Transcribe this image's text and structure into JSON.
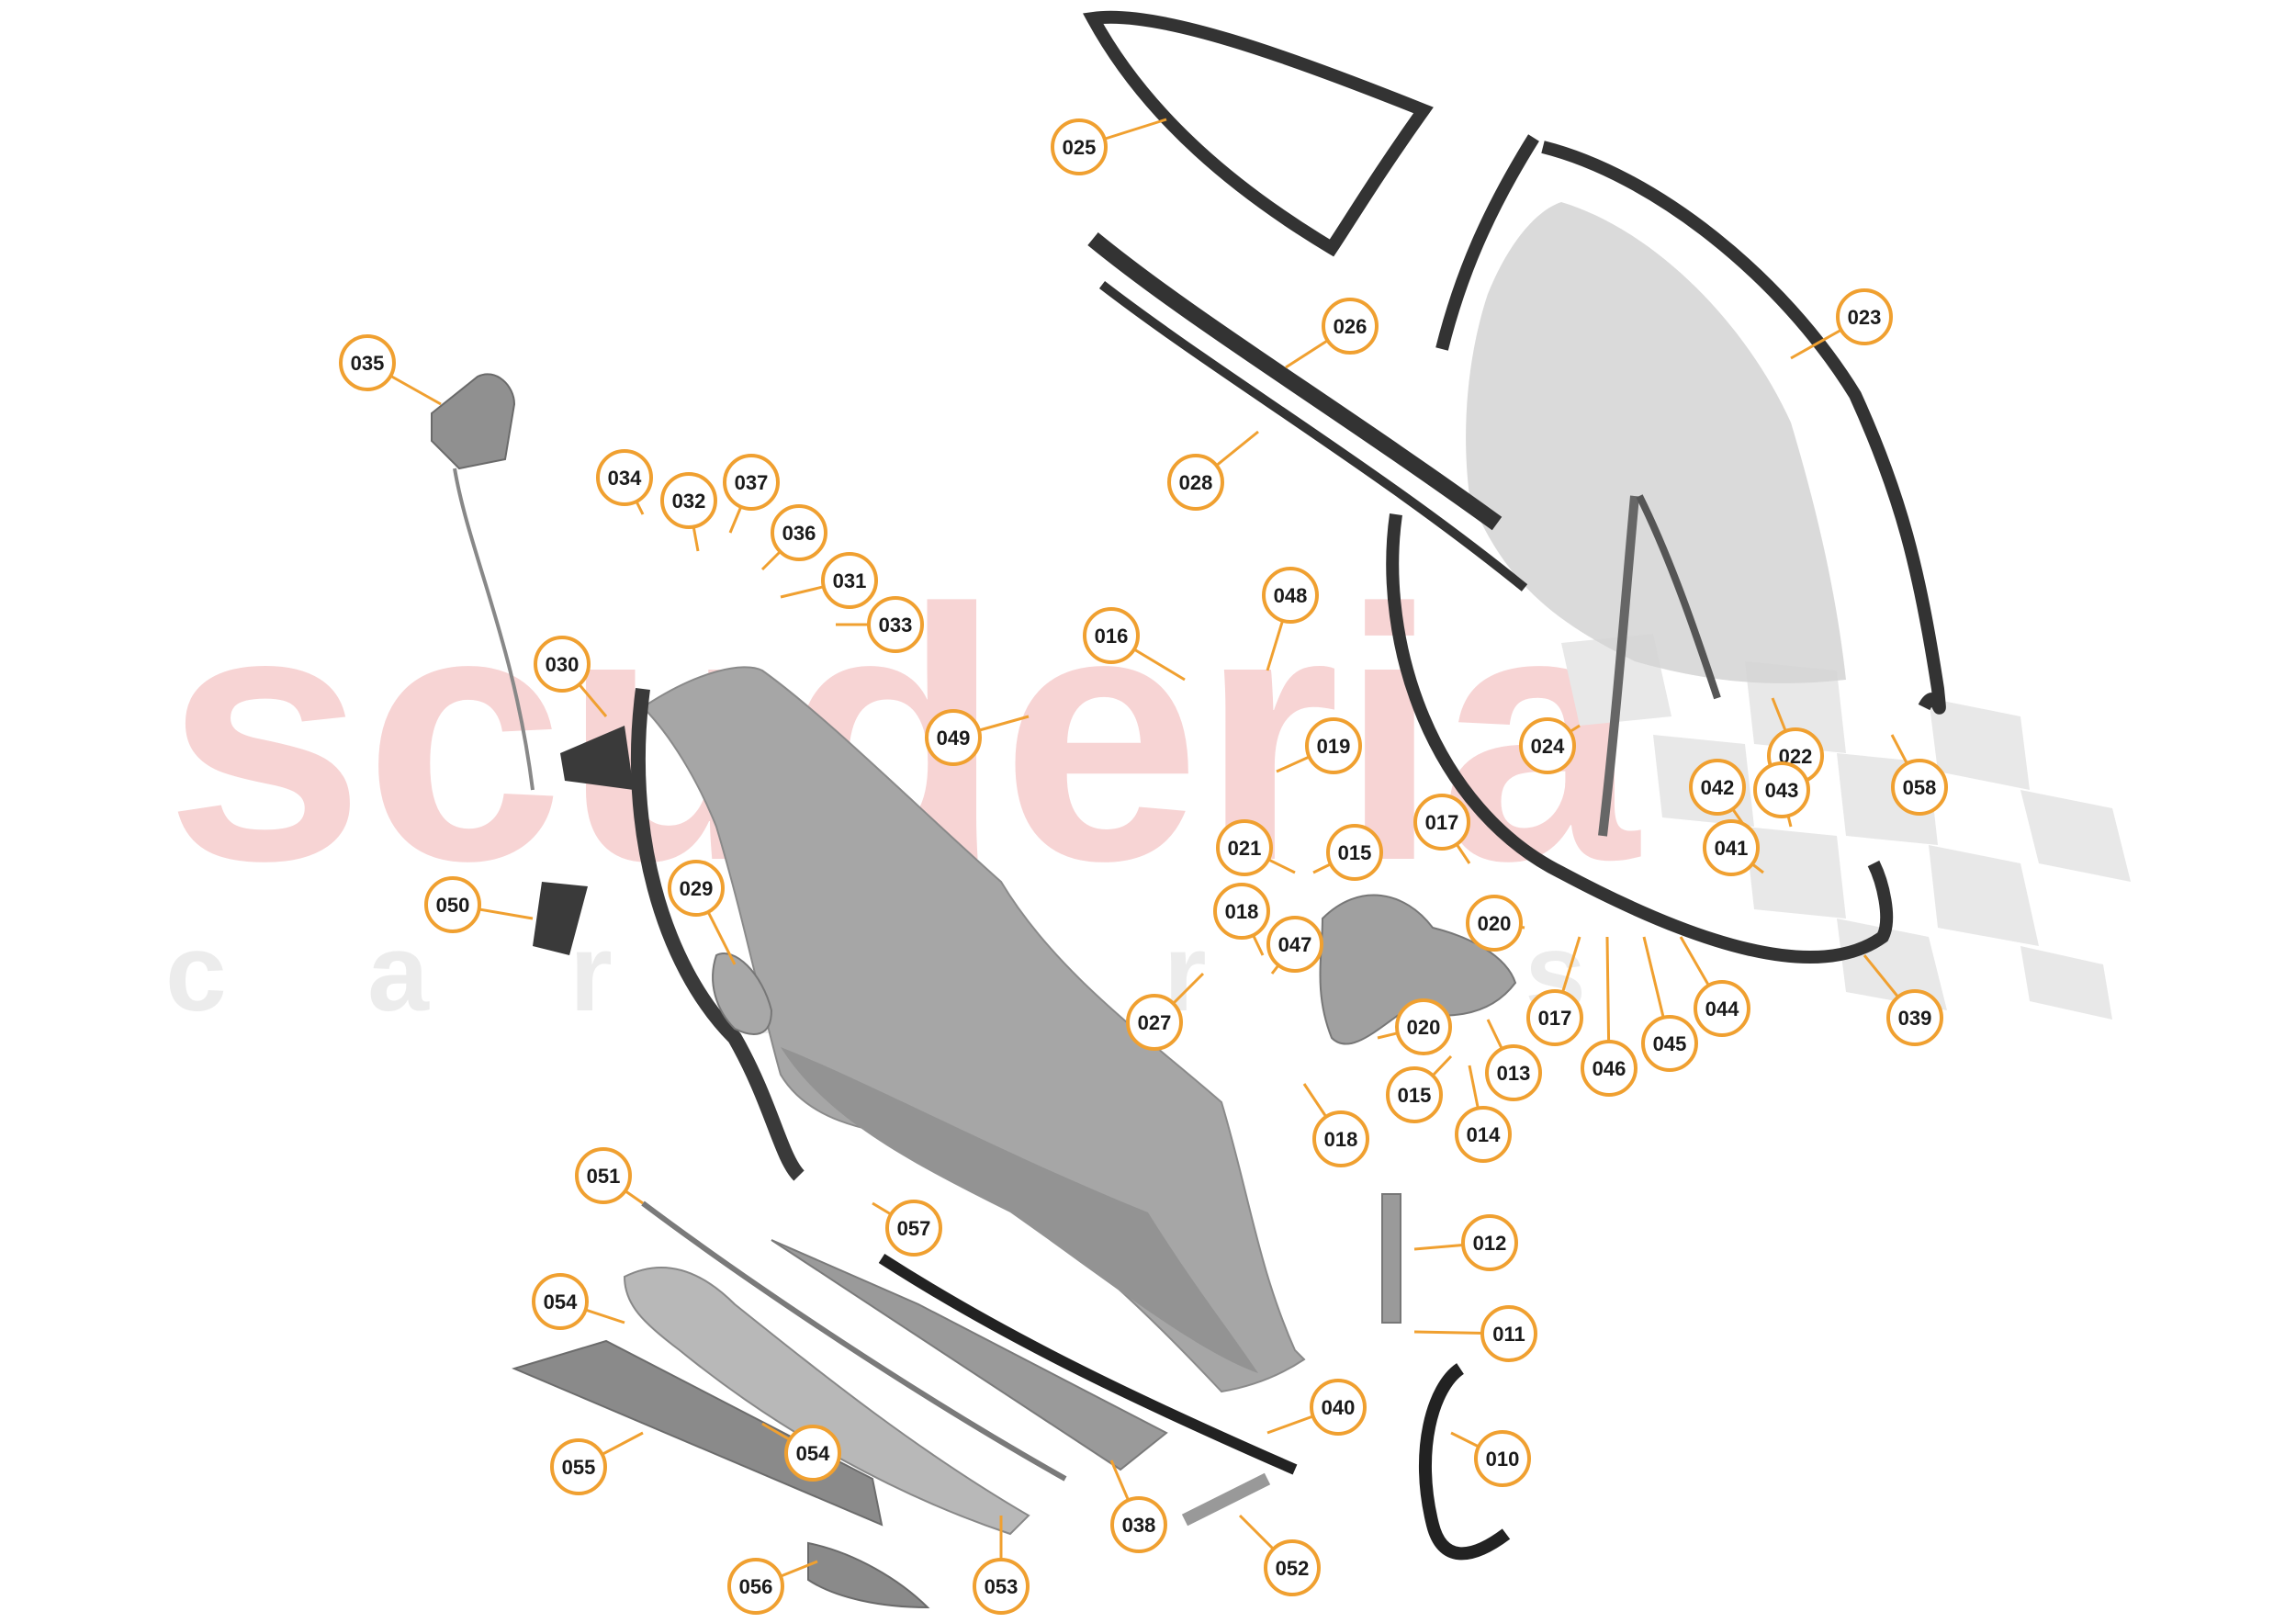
{
  "diagram": {
    "watermark": {
      "brand": "scuderia",
      "sub": "c a r   p a r t s",
      "color": "#f7d4d4",
      "sub_color": "#ececec"
    },
    "callout_color": "#f0a030",
    "part_color": "#8f8f8f",
    "part_dark": "#3a3a3a",
    "labels": [
      "025",
      "026",
      "023",
      "028",
      "035",
      "034",
      "037",
      "032",
      "036",
      "031",
      "033",
      "016",
      "048",
      "030",
      "049",
      "019",
      "024",
      "022",
      "042",
      "043",
      "058",
      "017",
      "021",
      "015",
      "041",
      "018",
      "050",
      "029",
      "020",
      "047",
      "027",
      "013",
      "017",
      "046",
      "045",
      "044",
      "039",
      "020",
      "015",
      "014",
      "018",
      "051",
      "057",
      "012",
      "054",
      "011",
      "040",
      "010",
      "055",
      "054",
      "038",
      "052",
      "056",
      "053"
    ]
  }
}
